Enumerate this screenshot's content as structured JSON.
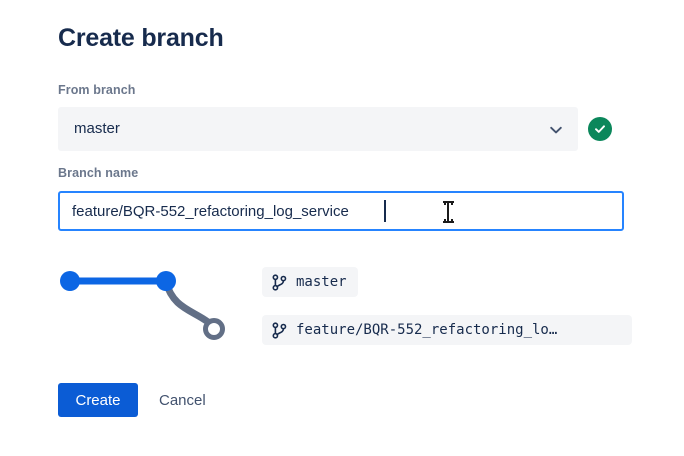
{
  "dialog": {
    "title": "Create branch"
  },
  "from_branch": {
    "label": "From branch",
    "value": "master",
    "chevron_icon": "chevron-down-icon",
    "validation_icon": "check-circle-icon",
    "validation_color": "#0b875b"
  },
  "branch_name": {
    "label": "Branch name",
    "value": "feature/BQR-552_refactoring_log_service",
    "placeholder": "Branch name",
    "focus_border_color": "#2684ff"
  },
  "graph": {
    "line_color": "#0c66e4",
    "branch_color": "#626f86",
    "nodes": [
      {
        "name": "commit-node-1",
        "type": "filled",
        "color": "#0c66e4"
      },
      {
        "name": "commit-node-2",
        "type": "filled",
        "color": "#0c66e4"
      },
      {
        "name": "new-branch-node",
        "type": "hollow",
        "color": "#626f86"
      }
    ]
  },
  "branch_chips": [
    {
      "name": "chip-master",
      "icon": "git-branch-icon",
      "label": "master"
    },
    {
      "name": "chip-feature",
      "icon": "git-branch-icon",
      "label": "feature/BQR-552_refactoring_lo…"
    }
  ],
  "actions": {
    "create_label": "Create",
    "cancel_label": "Cancel",
    "create_color": "#0b5cd5"
  }
}
